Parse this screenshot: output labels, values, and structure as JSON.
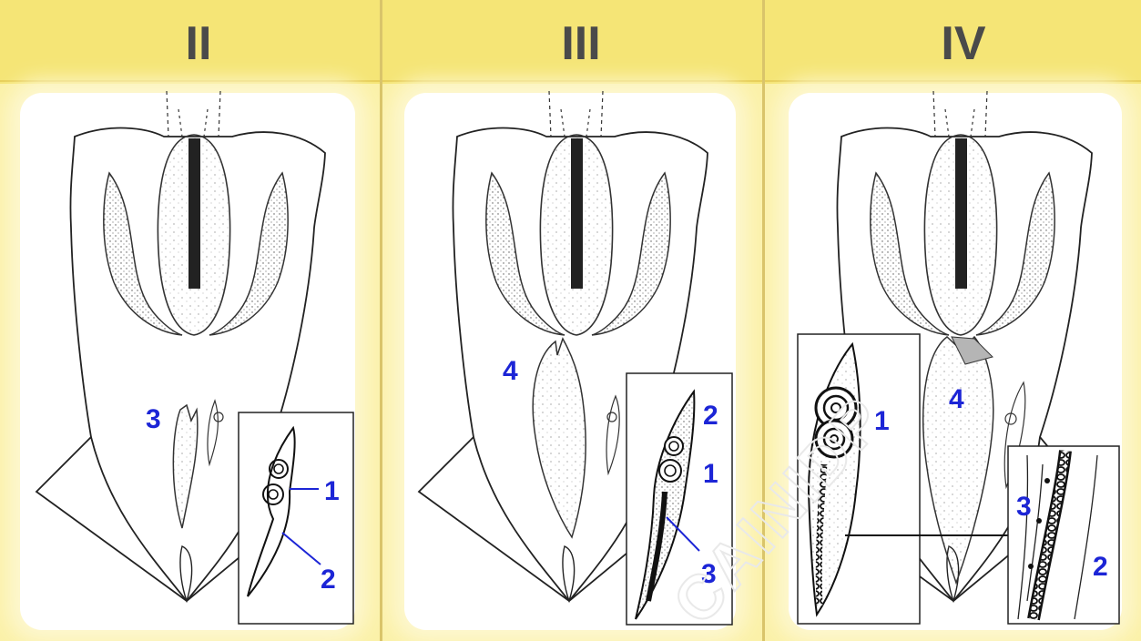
{
  "stages": [
    {
      "id": "II",
      "title": "II",
      "labels": {
        "spiral_tip": "1",
        "body_line": "2",
        "flower": "3"
      }
    },
    {
      "id": "III",
      "title": "III",
      "labels": {
        "top": "2",
        "spiral": "1",
        "body_line": "3",
        "flower": "4"
      }
    },
    {
      "id": "IV",
      "title": "IV",
      "labels": {
        "spiral": "1",
        "flower": "4",
        "zoom_left": "3",
        "zoom_right": "2"
      }
    }
  ],
  "watermark": "CAINIDP",
  "colors": {
    "header": "#f5e576",
    "panel": "#fbf1a8",
    "label": "#1c25d6",
    "title": "#4a4a4a"
  }
}
